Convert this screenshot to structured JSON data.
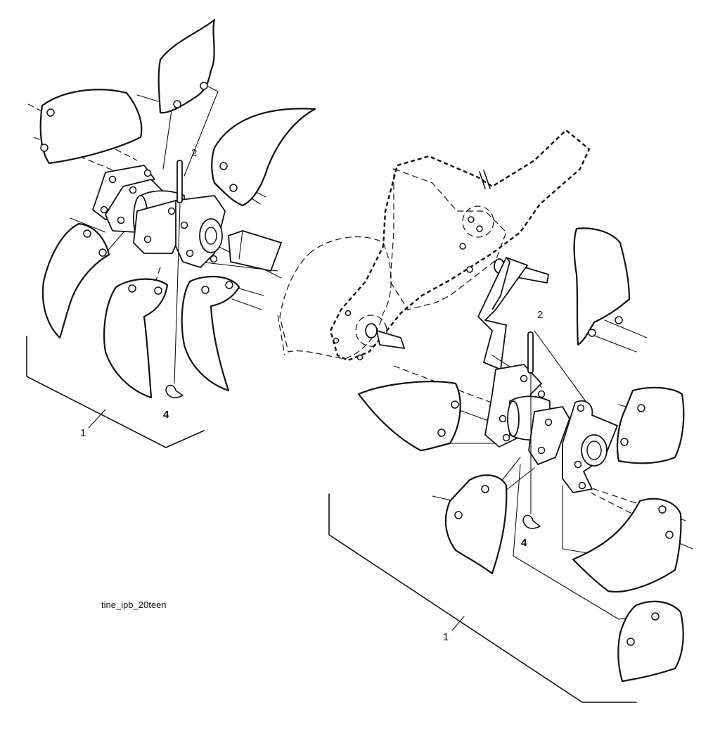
{
  "callouts": {
    "left_assembly": "1",
    "left_pin": "2",
    "left_clip": "4",
    "right_assembly": "1",
    "right_pin": "2",
    "right_clip": "4"
  },
  "caption": "tine_ipb_20teen"
}
